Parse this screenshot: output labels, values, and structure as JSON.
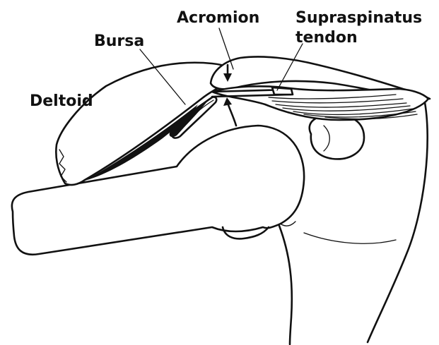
{
  "labels": {
    "acromion": "Acromion",
    "supraspinatus_line1": "Supraspinatus",
    "supraspinatus_line2": "tendon",
    "bursa": "Bursa",
    "deltoid": "Deltoid"
  }
}
